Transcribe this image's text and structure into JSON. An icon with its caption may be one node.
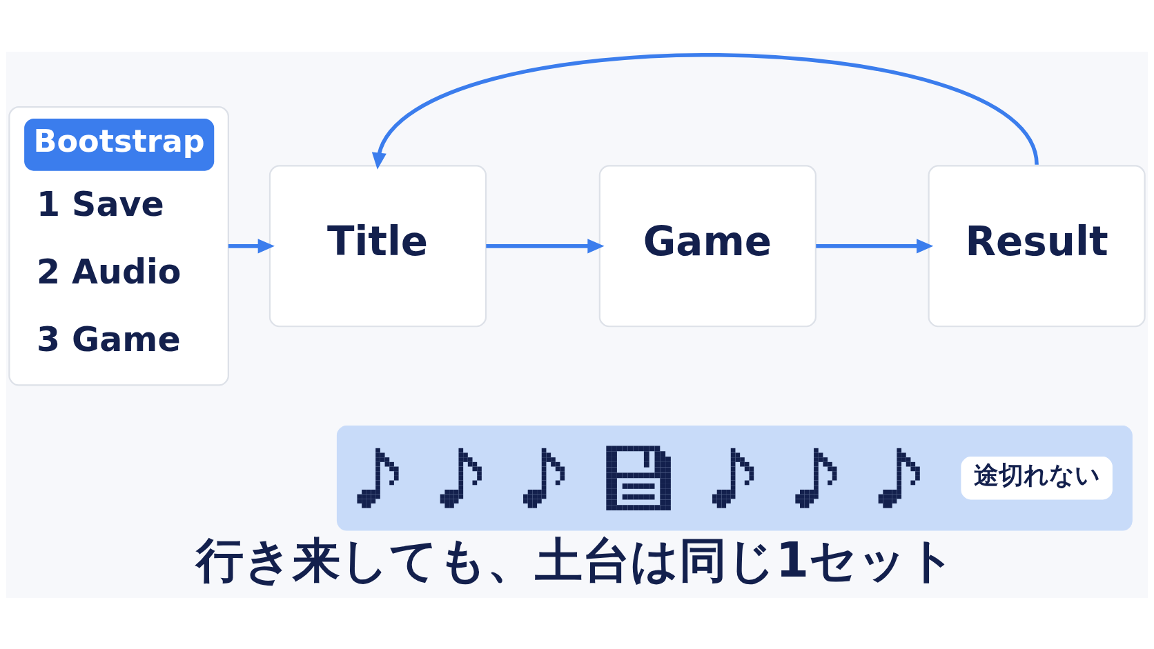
{
  "diagram": {
    "caption": "行き来しても、土台は同じ1セット",
    "nodes": [
      {
        "text": [
          "Bootstrap",
          "1 Save",
          "2 Audio",
          "3 Game"
        ]
      },
      {
        "text": [
          "Title"
        ]
      },
      {
        "text": [
          "Game"
        ]
      },
      {
        "text": [
          "Result"
        ]
      },
      {
        "text": [],
        "shape": "bar"
      },
      {
        "text": [],
        "shape": "picture",
        "in": 4
      },
      {
        "text": [],
        "shape": "picture",
        "in": 4
      },
      {
        "text": [],
        "shape": "picture",
        "in": 4
      },
      {
        "text": [],
        "shape": "picture",
        "in": 4
      },
      {
        "text": [],
        "shape": "picture",
        "in": 4
      },
      {
        "text": [],
        "shape": "picture",
        "in": 4
      },
      {
        "text": [],
        "shape": "picture",
        "in": 4
      },
      {
        "text": [
          "途切れない"
        ],
        "in": 4
      }
    ],
    "edges": [
      {
        "from": 0,
        "to": 1,
        "arrow": "to"
      },
      {
        "from": 1,
        "to": 2,
        "arrow": "to"
      },
      {
        "from": 2,
        "to": 3,
        "arrow": "to"
      },
      {
        "from": 3,
        "to": 1,
        "arrow": "to"
      }
    ]
  }
}
